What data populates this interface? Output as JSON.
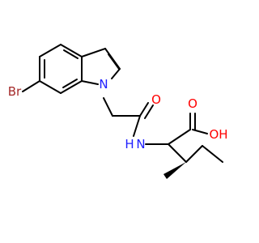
{
  "molecule": {
    "atoms": {
      "bromine": {
        "label": "Br",
        "color": "#a52a2a"
      },
      "indole_nitrogen": {
        "label": "N",
        "color": "#2020ff"
      },
      "amide_nitrogen": {
        "label": "N",
        "color": "#2020ff"
      },
      "amide_hydrogen": {
        "label": "H",
        "color": "#2020ff"
      },
      "amide_oxygen": {
        "label": "O",
        "color": "#ff0000"
      },
      "acid_carbonyl_oxygen": {
        "label": "O",
        "color": "#ff0000"
      },
      "acid_hydroxyl": {
        "label": "OH",
        "color": "#ff0000"
      }
    },
    "bond_color": "#000000"
  }
}
